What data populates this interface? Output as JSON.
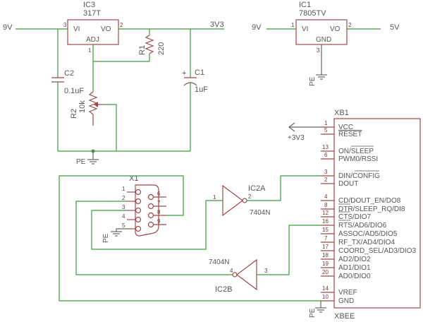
{
  "ic3": {
    "name": "IC3",
    "value": "317T",
    "vi": "VI",
    "vo": "VO",
    "adj": "ADJ",
    "pin_in": "3",
    "pin_out": "2",
    "pin_adj": "1"
  },
  "ic1": {
    "name": "IC1",
    "value": "7805TV",
    "vi": "VI",
    "vo": "VO",
    "gnd": "GND",
    "pin_in": "1",
    "pin_out": "2",
    "pin_gnd": "3"
  },
  "nets": {
    "in_left": "9V",
    "out_left": "3V3",
    "in_right": "9V",
    "out_right": "5V",
    "vcc_arrow": "+3V3"
  },
  "r1": {
    "name": "R1",
    "value": "220"
  },
  "r2": {
    "name": "R2",
    "value": "10k"
  },
  "c1": {
    "name": "C1",
    "value": "1uF",
    "plus": "+"
  },
  "c2": {
    "name": "C2",
    "value": "0.1uF"
  },
  "pe": {
    "label": "PE"
  },
  "x1": {
    "name": "X1",
    "pins_left": [
      "1",
      "2",
      "3",
      "4",
      "5"
    ],
    "pins_right": [
      "6",
      "7",
      "8",
      "9"
    ]
  },
  "ic2a": {
    "name": "IC2A",
    "value": "7404N",
    "pin_in": "1",
    "pin_out": "2"
  },
  "ic2b": {
    "name": "IC2B",
    "value": "7404N",
    "pin_in": "4",
    "pin_out": "3"
  },
  "xb1": {
    "name": "XB1",
    "footer": "XBEE",
    "pins": [
      {
        "num": "1",
        "label": "VCC"
      },
      {
        "num": "5",
        "label": "RESET"
      },
      {
        "num": "13",
        "label": "ON/SLEEP"
      },
      {
        "num": "6",
        "label": "PWM0/RSSI"
      },
      {
        "num": "3",
        "label": "DIN/CONFIG"
      },
      {
        "num": "2",
        "label": "DOUT"
      },
      {
        "num": "4",
        "label": "CD/DOUT_EN/DO8"
      },
      {
        "num": "8",
        "label": "DTR/SLEEP_RQ/DI8"
      },
      {
        "num": "12",
        "label": "CTS/DIO7"
      },
      {
        "num": "16",
        "label": "RTS/AD6/DIO6"
      },
      {
        "num": "15",
        "label": "ASSOC/AD5/DIO5"
      },
      {
        "num": "7",
        "label": "RF_TX/AD4/DIO4"
      },
      {
        "num": "17",
        "label": "COORD_SEL/AD3/DIO3"
      },
      {
        "num": "18",
        "label": "AD2/DIO2"
      },
      {
        "num": "19",
        "label": "AD1/DIO1"
      },
      {
        "num": "20",
        "label": "AD0/DIO0"
      },
      {
        "num": "14",
        "label": "VREF"
      },
      {
        "num": "10",
        "label": "GND"
      }
    ]
  }
}
